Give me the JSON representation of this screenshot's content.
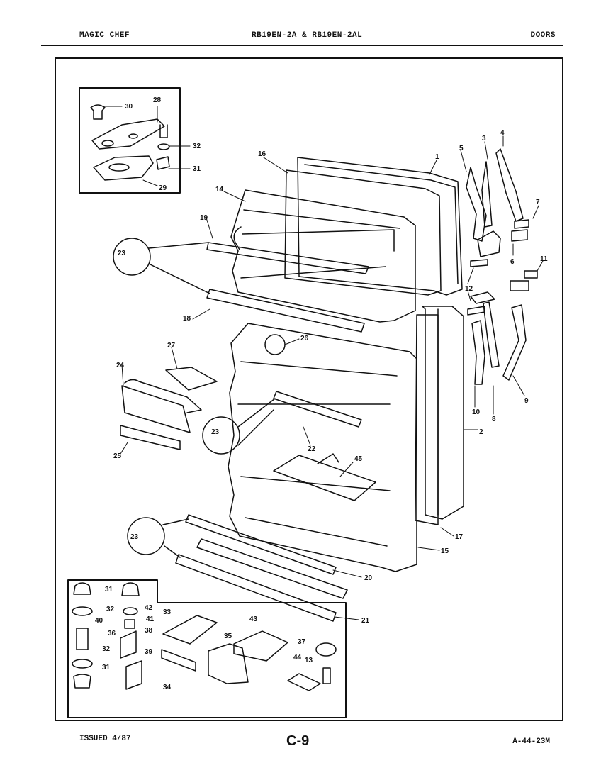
{
  "header": {
    "brand": "MAGIC CHEF",
    "models": "RB19EN-2A & RB19EN-2AL",
    "section": "DOORS"
  },
  "footer": {
    "issued": "ISSUED 4/87",
    "page": "C-9",
    "code": "A-44-23M"
  },
  "callouts": [
    "1",
    "2",
    "3",
    "4",
    "5",
    "6",
    "7",
    "8",
    "9",
    "10",
    "11",
    "12",
    "13",
    "14",
    "15",
    "16",
    "17",
    "18",
    "19",
    "20",
    "21",
    "22",
    "23",
    "24",
    "25",
    "26",
    "27",
    "28",
    "29",
    "30",
    "31",
    "32",
    "33",
    "34",
    "35",
    "36",
    "37",
    "38",
    "39",
    "40",
    "41",
    "42",
    "43",
    "44",
    "45"
  ]
}
